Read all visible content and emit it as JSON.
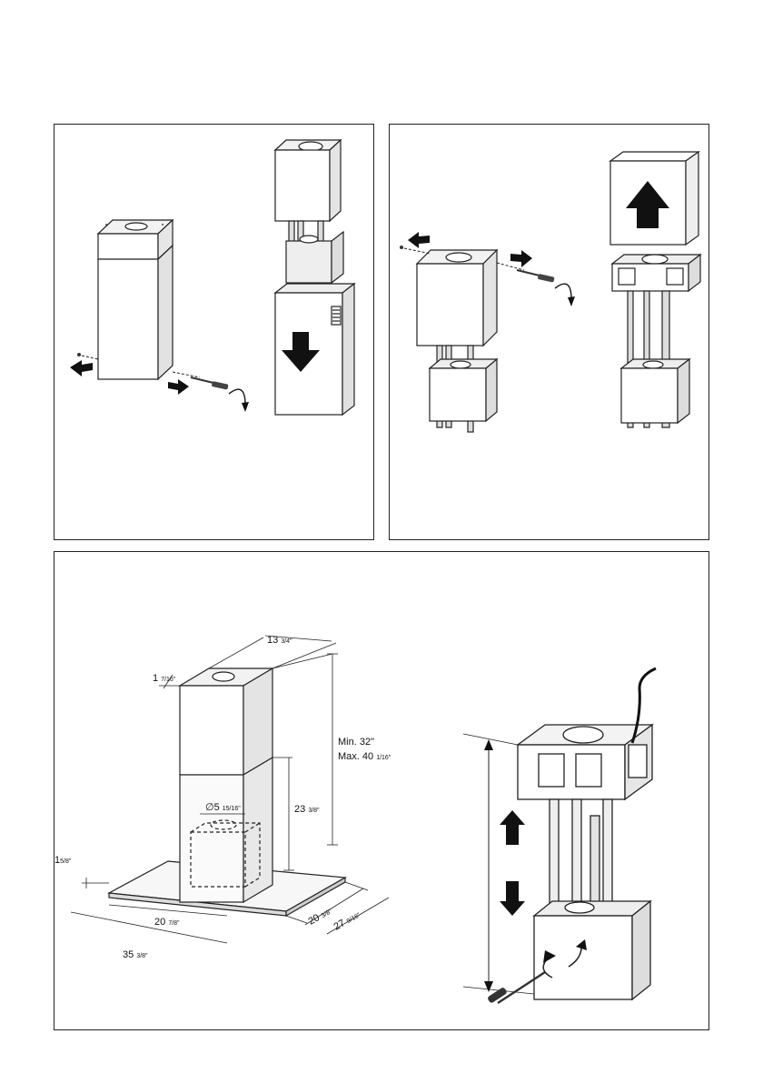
{
  "dimensions": {
    "width": "13",
    "width_frac": "3/4\"",
    "top_height": "1",
    "top_height_frac": "7/16\"",
    "total_height_min": "Min. 32\"",
    "total_height_max": "Max. 40",
    "total_height_max_frac": "1/16\"",
    "lower_height": "23",
    "lower_height_frac": "3/8\"",
    "duct_diameter": "∅5",
    "duct_diameter_frac": "15/16\"",
    "canopy_thickness": "1",
    "canopy_thickness_frac": "5/8\"",
    "chimney_width": "20",
    "chimney_width_frac": "7/8\"",
    "canopy_length": "35",
    "canopy_length_frac": "3/8\"",
    "depth_inner": "20",
    "depth_inner_frac": "3/8\"",
    "depth_outer": "27",
    "depth_outer_frac": "9/16\""
  }
}
